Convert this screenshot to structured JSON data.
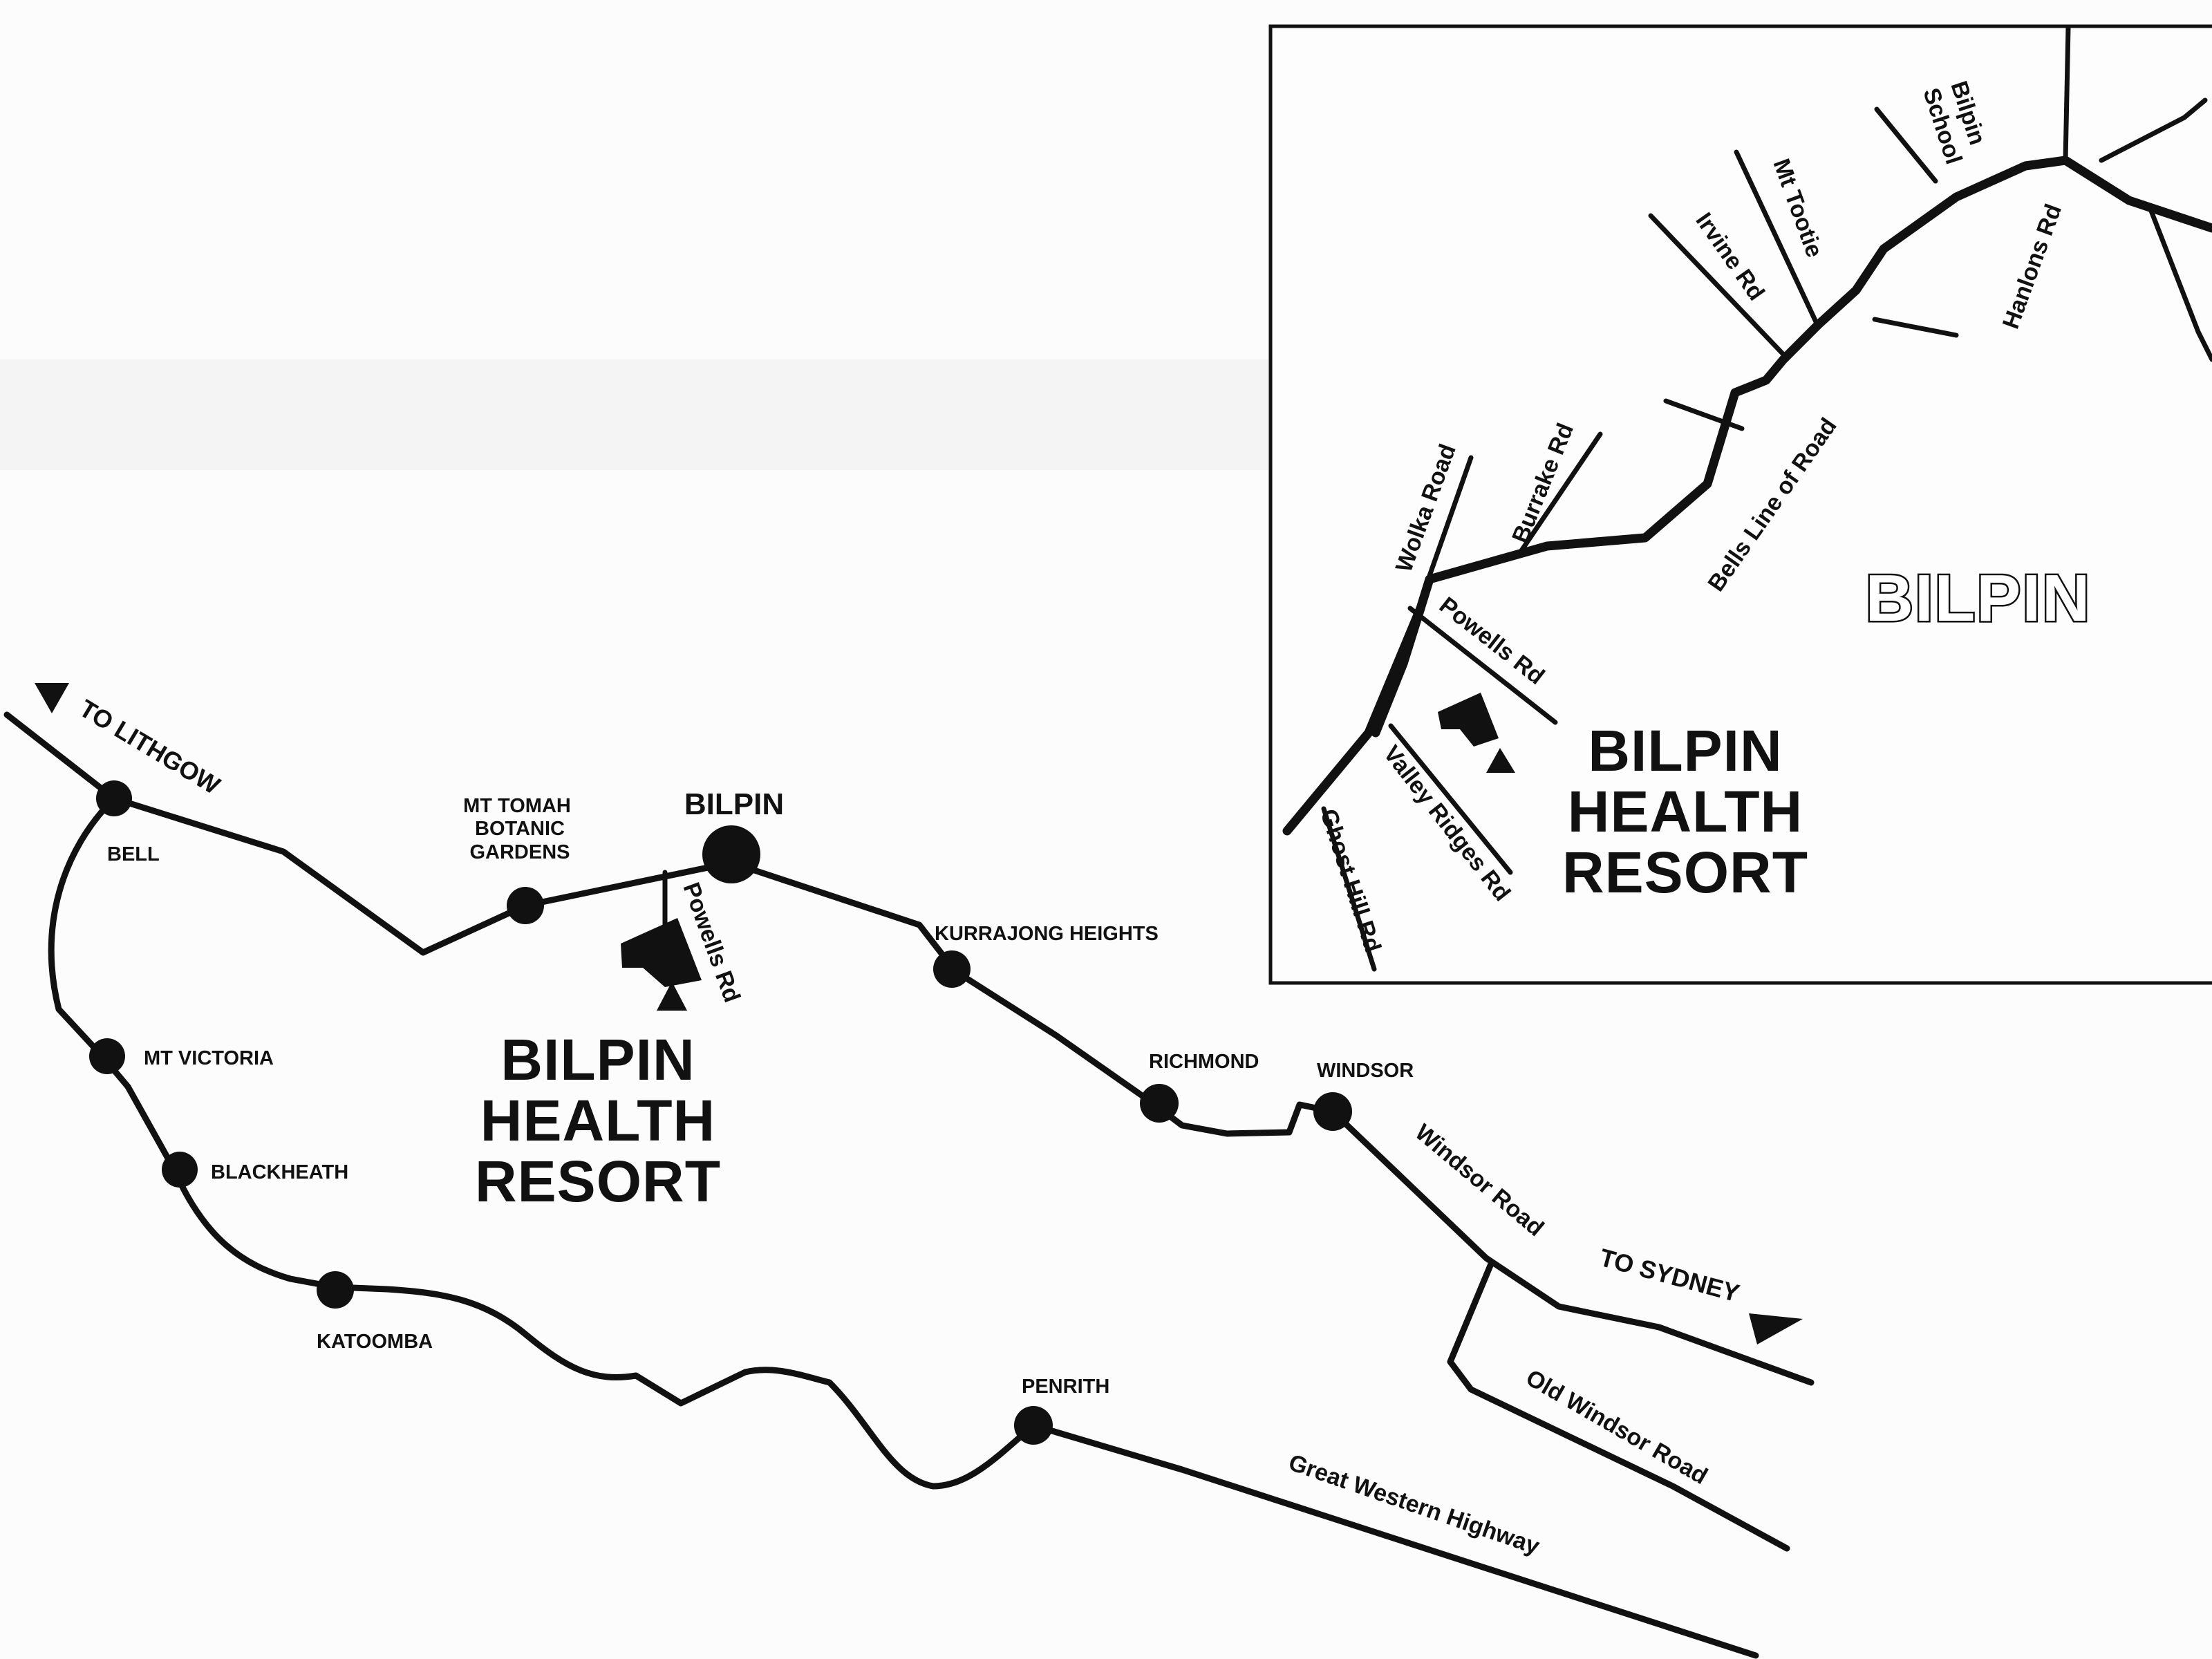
{
  "main_map": {
    "direction_labels": {
      "to_lithgow": "TO LITHGOW",
      "to_sydney": "TO SYDNEY"
    },
    "towns": {
      "bell": "BELL",
      "mt_tomah_line1": "MT TOMAH",
      "mt_tomah_line2": "BOTANIC",
      "mt_tomah_line3": "GARDENS",
      "bilpin": "BILPIN",
      "kurrajong_heights": "KURRAJONG HEIGHTS",
      "richmond": "RICHMOND",
      "windsor": "WINDSOR",
      "mt_victoria": "MT VICTORIA",
      "blackheath": "BLACKHEATH",
      "katoomba": "KATOOMBA",
      "penrith": "PENRITH"
    },
    "roads": {
      "powells_rd": "Powells Rd",
      "windsor_road": "Windsor Road",
      "old_windsor_road": "Old Windsor Road",
      "great_western_highway": "Great Western Highway"
    },
    "resort_label": {
      "line1": "BILPIN",
      "line2": "HEALTH",
      "line3": "RESORT"
    }
  },
  "inset_map": {
    "town_label": "BILPIN",
    "roads": {
      "bilpin_school_line1": "Bilpin",
      "bilpin_school_line2": "School",
      "mt_tootie": "Mt Tootie",
      "irvine_rd": "Irvine Rd",
      "hanlons_rd": "Hanlons Rd",
      "burrake_rd": "Burrake Rd",
      "wolka_road": "Wolka Road",
      "bells_line_of_road": "Bells Line of Road",
      "powells_rd": "Powells Rd",
      "valley_ridges_rd": "Valley Ridges Rd",
      "ghost_hill_rd": "Ghost Hill Rd"
    },
    "resort_label": {
      "line1": "BILPIN",
      "line2": "HEALTH",
      "line3": "RESORT"
    }
  },
  "colors": {
    "ink": "#111111",
    "paper": "#fcfcfc"
  }
}
